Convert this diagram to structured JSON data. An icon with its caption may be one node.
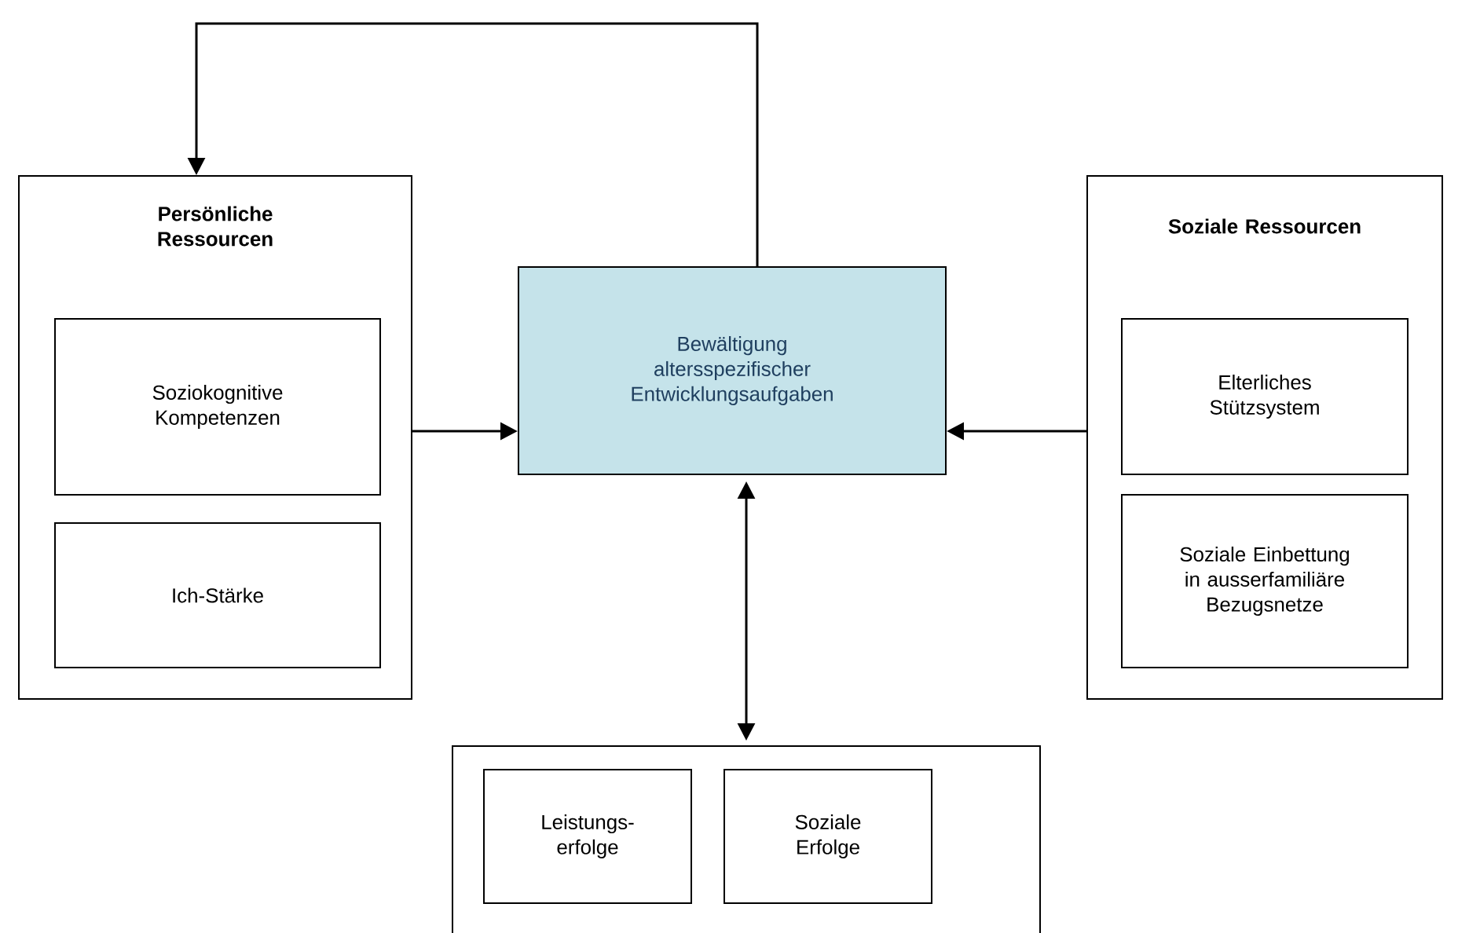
{
  "diagram": {
    "nodes": [
      {
        "text": [
          "Persönliche Ressourcen"
        ]
      },
      {
        "text": [
          "Soziokognitive Kompetenzen"
        ],
        "in": 0
      },
      {
        "text": [
          "Ich-Stärke"
        ],
        "in": 0
      },
      {
        "text": [
          "Bewältigung altersspezifischer Entwicklungsaufgaben"
        ]
      },
      {
        "text": [
          "Soziale Ressourcen"
        ]
      },
      {
        "text": [
          "Elterliches Stützsystem"
        ],
        "in": 4
      },
      {
        "text": [
          "Soziale Einbettung in ausserfamiliäre Bezugsnetze"
        ],
        "in": 4
      },
      {
        "text": [],
        "shape": "box"
      },
      {
        "text": [
          "Leistungs- erfolge"
        ],
        "in": 7
      },
      {
        "text": [
          "Soziale Erfolge"
        ],
        "in": 7
      }
    ],
    "edges": [
      {
        "from": 3,
        "to": 0,
        "arrow": "to"
      },
      {
        "from": 0,
        "to": 3,
        "arrow": "to"
      },
      {
        "from": 4,
        "to": 3,
        "arrow": "to"
      },
      {
        "from": 3,
        "to": 7,
        "arrow": "both"
      }
    ]
  }
}
